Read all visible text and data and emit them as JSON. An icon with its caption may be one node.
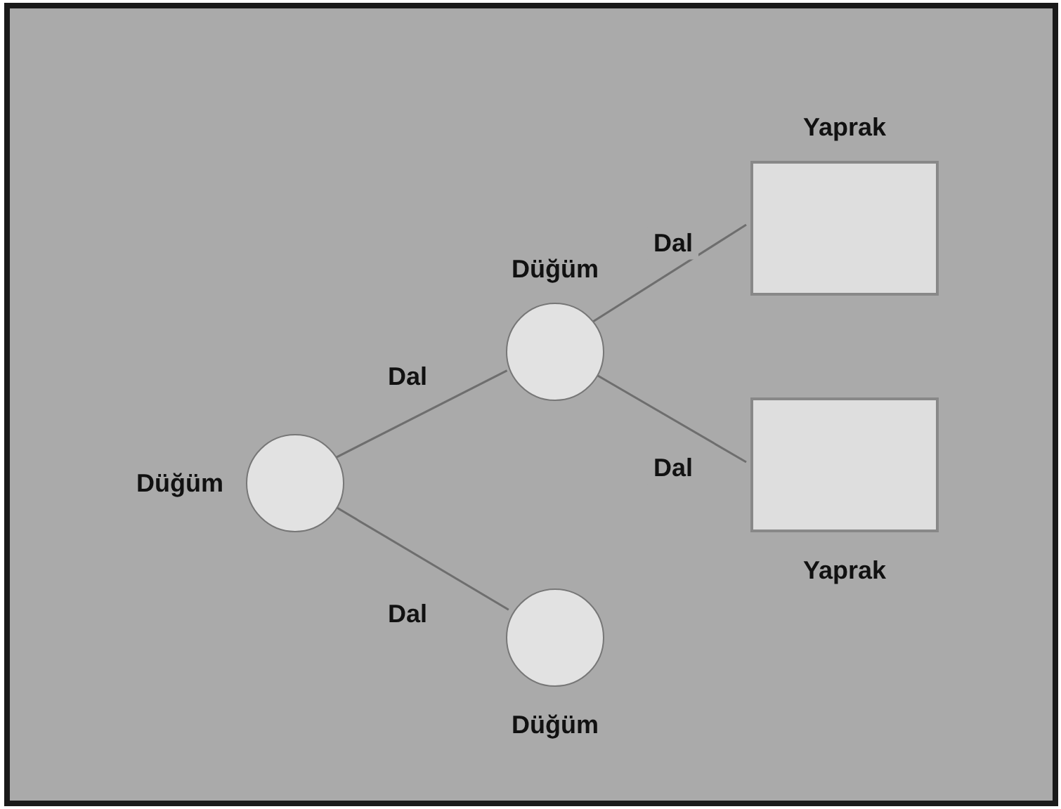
{
  "diagram": {
    "nodes": [
      {
        "text": [
          "Düğüm"
        ]
      },
      {
        "text": [
          "Düğüm"
        ]
      },
      {
        "text": [
          "Düğüm"
        ]
      },
      {
        "text": [
          "Yaprak"
        ]
      },
      {
        "text": [
          "Yaprak"
        ]
      }
    ],
    "edges": [
      {
        "from": 0,
        "to": 1,
        "arrow": "none",
        "label": "Dal"
      },
      {
        "from": 0,
        "to": 2,
        "arrow": "none",
        "label": "Dal"
      },
      {
        "from": 1,
        "to": 3,
        "arrow": "none",
        "label": "Dal"
      },
      {
        "from": 1,
        "to": 4,
        "arrow": "none",
        "label": "Dal"
      }
    ]
  }
}
